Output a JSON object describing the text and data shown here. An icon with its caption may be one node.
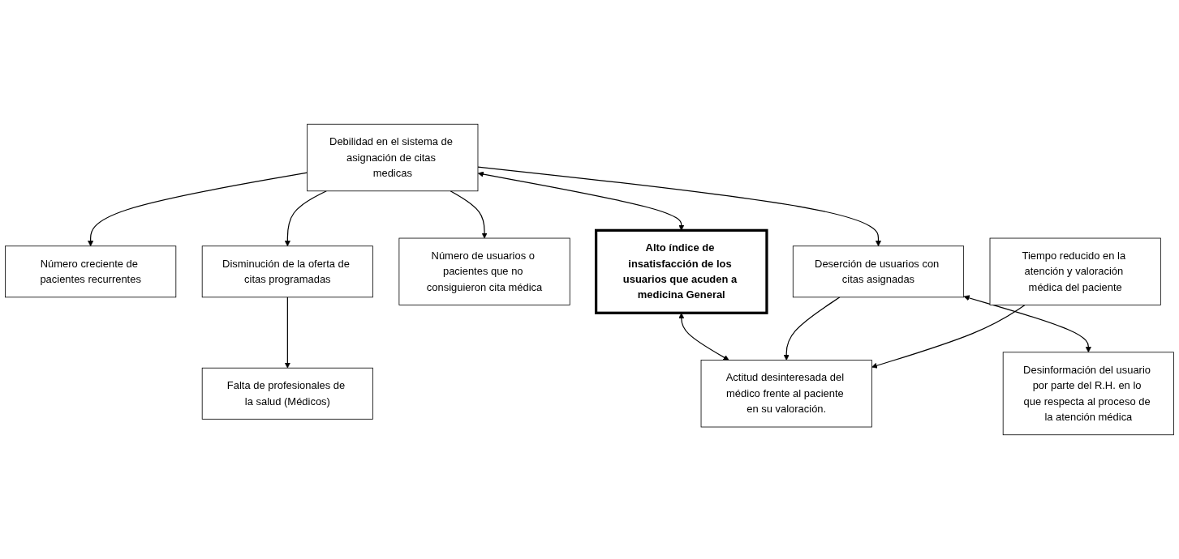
{
  "diagram": {
    "nodes": [
      {
        "text": [
          "Número creciente de pacientes recurrentes"
        ]
      },
      {
        "text": [
          "Debilidad en el sistema de asignación de citas medicas"
        ]
      },
      {
        "text": [
          "Disminución de la oferta de citas programadas"
        ]
      },
      {
        "text": [
          "Falta de profesionales de la salud (Médicos)"
        ]
      },
      {
        "text": [
          "Número de usuarios o pacientes que no consiguieron cita médica"
        ]
      },
      {
        "text": [
          "Alto índice de insatisfacción de los usuarios que acuden a medicina General"
        ]
      },
      {
        "text": [
          "Deserción de usuarios con citas asignadas"
        ]
      },
      {
        "text": [
          "Tiempo reducido en la atención y valoración médica del paciente"
        ]
      },
      {
        "text": [
          "Actitud desinteresada del médico frente al paciente en su valoración."
        ]
      },
      {
        "text": [
          "Desinformación del usuario por parte del R.H. en lo que respecta al proceso de la atención médica"
        ]
      }
    ],
    "edges": [
      {
        "from": 1,
        "to": 0,
        "arrow": "to"
      },
      {
        "from": 1,
        "to": 2,
        "arrow": "to"
      },
      {
        "from": 2,
        "to": 3,
        "arrow": "to"
      },
      {
        "from": 1,
        "to": 5,
        "arrow": "both"
      },
      {
        "from": 1,
        "to": 4,
        "arrow": "to"
      },
      {
        "from": 1,
        "to": 6,
        "arrow": "to"
      },
      {
        "from": 5,
        "to": 8,
        "arrow": "both"
      },
      {
        "from": 6,
        "to": 8,
        "arrow": "to"
      },
      {
        "from": 6,
        "to": 9,
        "arrow": "both"
      },
      {
        "from": 7,
        "to": 8,
        "arrow": "to"
      }
    ]
  }
}
